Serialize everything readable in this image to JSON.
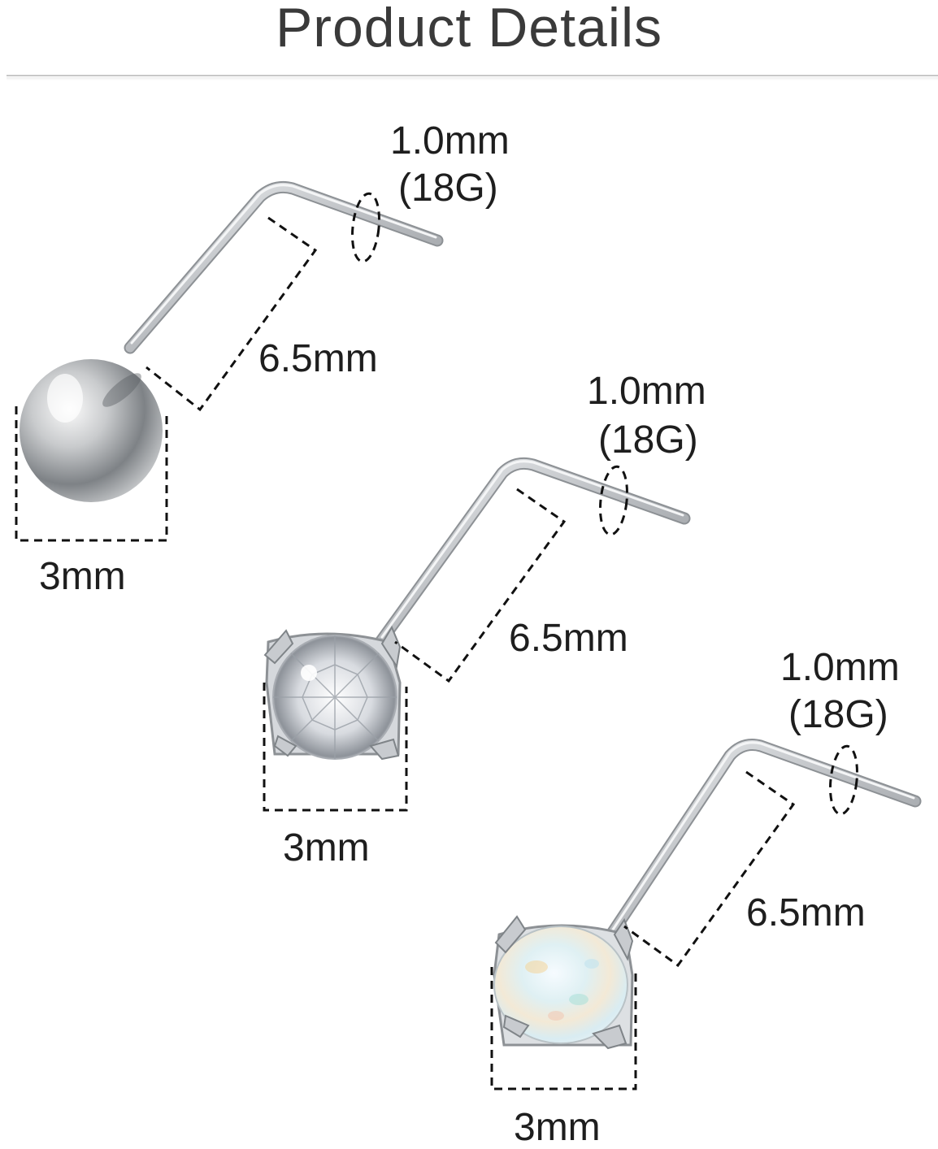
{
  "header": {
    "title": "Product Details"
  },
  "items": [
    {
      "name": "ball",
      "diameter_label": "1.0mm",
      "gauge_label": "(18G)",
      "length_label": "6.5mm",
      "head_label": "3mm"
    },
    {
      "name": "crystal",
      "diameter_label": "1.0mm",
      "gauge_label": "(18G)",
      "length_label": "6.5mm",
      "head_label": "3mm"
    },
    {
      "name": "opal",
      "diameter_label": "1.0mm",
      "gauge_label": "(18G)",
      "length_label": "6.5mm",
      "head_label": "3mm"
    }
  ],
  "colors": {
    "metal": "#c4c6c9",
    "dash": "#111111",
    "text": "#1e1e1e"
  }
}
